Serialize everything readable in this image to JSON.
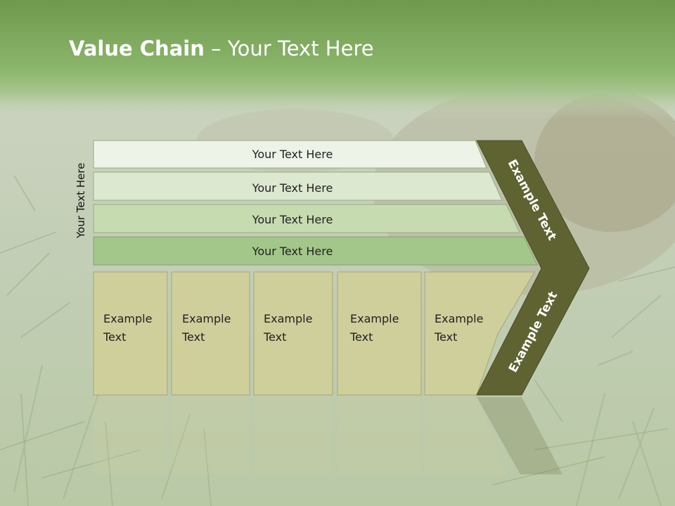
{
  "slide": {
    "title_bold": "Value Chain",
    "title_rest": " – Your Text Here",
    "side_label": "Your Text Here"
  },
  "bars": [
    {
      "label": "Your Text Here"
    },
    {
      "label": "Your Text Here"
    },
    {
      "label": "Your Text Here"
    },
    {
      "label": "Your Text Here"
    }
  ],
  "boxes": [
    {
      "line1": "Example",
      "line2": "Text"
    },
    {
      "line1": "Example",
      "line2": "Text"
    },
    {
      "line1": "Example",
      "line2": "Text"
    },
    {
      "line1": "Example",
      "line2": "Text"
    },
    {
      "line1": "Example",
      "line2": "Text"
    }
  ],
  "chevron": {
    "upper_label": "Example Text",
    "lower_label": "Example Text"
  },
  "colors": {
    "header_green": "#7fa65a",
    "chevron_olive": "#5e6331",
    "box_fill": "#cfcf9c",
    "bar1": "#eef3e8",
    "bar2": "#dce8d0",
    "bar3": "#c6dbb0",
    "bar4": "#a3c78a"
  }
}
